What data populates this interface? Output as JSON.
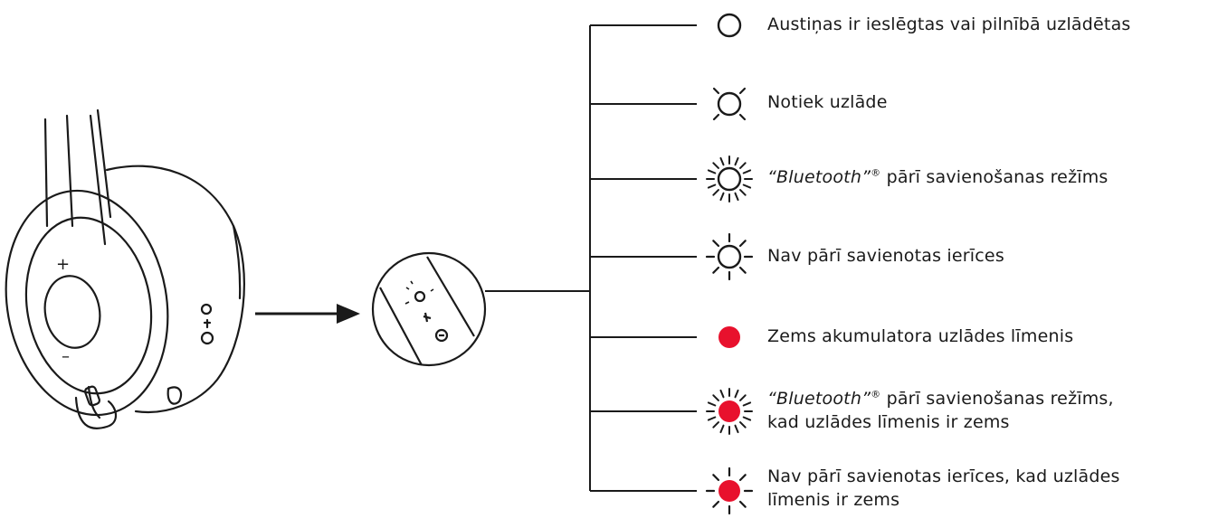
{
  "legend": {
    "items": [
      {
        "id": "on-or-charged",
        "lines": [
          {
            "text": "Austiņas ir ieslēgtas vai pilnībā uzlādētas"
          }
        ],
        "color": "#ffffff",
        "indicator": "steady"
      },
      {
        "id": "charging",
        "lines": [
          {
            "text": "Notiek uzlāde"
          }
        ],
        "color": "#ffffff",
        "indicator": "pulsing"
      },
      {
        "id": "bt-pairing",
        "lines": [
          {
            "bt": "“Bluetooth”",
            "reg": "®",
            "text": " pārī savienošanas režīms"
          }
        ],
        "color": "#ffffff",
        "indicator": "fast-blinking"
      },
      {
        "id": "no-paired-devices",
        "lines": [
          {
            "text": "Nav pārī savienotas ierīces"
          }
        ],
        "color": "#ffffff",
        "indicator": "slow-blinking"
      },
      {
        "id": "low-battery",
        "lines": [
          {
            "text": "Zems akumulatora uzlādes līmenis"
          }
        ],
        "color": "#e8112d",
        "indicator": "steady"
      },
      {
        "id": "bt-pairing-low",
        "lines": [
          {
            "bt": "“Bluetooth”",
            "reg": "®",
            "text": " pārī savienošanas režīms,"
          },
          {
            "text": "kad uzlādes līmenis ir zems"
          }
        ],
        "color": "#e8112d",
        "indicator": "fast-blinking"
      },
      {
        "id": "no-paired-low",
        "lines": [
          {
            "text": "Nav pārī savienotas ierīces, kad uzlādes"
          },
          {
            "text": "līmenis ir zems"
          }
        ],
        "color": "#e8112d",
        "indicator": "slow-blinking"
      }
    ]
  },
  "headset": {
    "plus_label": "+",
    "minus_label": "–"
  },
  "colors": {
    "stroke": "#1a1a1a",
    "low_battery_red": "#e8112d"
  },
  "icons": [
    "led-off-icon",
    "led-pulse-icon",
    "led-fast-blink-icon",
    "led-slow-blink-icon",
    "led-red-icon",
    "arrow-right-icon",
    "headset-icon"
  ]
}
